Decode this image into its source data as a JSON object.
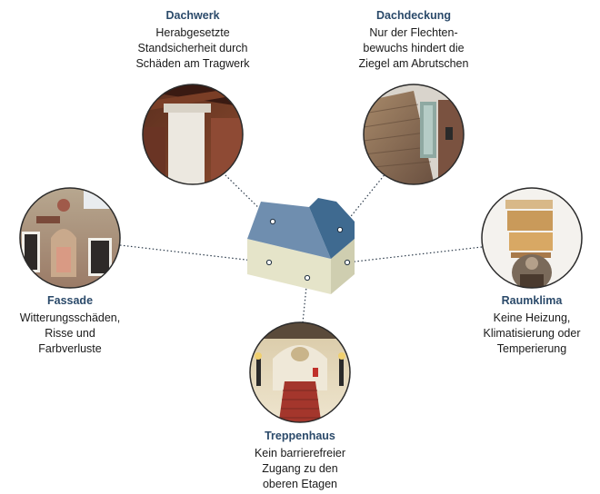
{
  "colors": {
    "title": "#2b4a6a",
    "roof": "#6f8eaf",
    "roof_right": "#3f6a90",
    "wall_front": "#e5e4c9",
    "wall_side": "#cfceb0",
    "connector": "#2b3a4a"
  },
  "house": {
    "icon": "house-icon"
  },
  "areas": [
    {
      "key": "dachwerk",
      "title": "Dachwerk",
      "lines": [
        "Herabgesetzte",
        "Standsicherheit durch",
        "Schäden am Tragwerk"
      ],
      "photo": "roof-timber-photo"
    },
    {
      "key": "dachdeckung",
      "title": "Dachdeckung",
      "lines": [
        "Nur der Flechten-",
        "bewuchs hindert die",
        "Ziegel am Abrutschen"
      ],
      "photo": "roof-tiles-photo"
    },
    {
      "key": "fassade",
      "title": "Fassade",
      "lines": [
        "Witterungsschäden,",
        "Risse und",
        "Farbverluste"
      ],
      "photo": "facade-photo"
    },
    {
      "key": "raumklima",
      "title": "Raumklima",
      "lines": [
        "Keine Heizung,",
        "Klimatisierung oder",
        "Temperierung"
      ],
      "photo": "sculpture-photo"
    },
    {
      "key": "treppenhaus",
      "title": "Treppenhaus",
      "lines": [
        "Kein barrierefreier",
        "Zugang zu den",
        "oberen Etagen"
      ],
      "photo": "staircase-photo"
    }
  ]
}
